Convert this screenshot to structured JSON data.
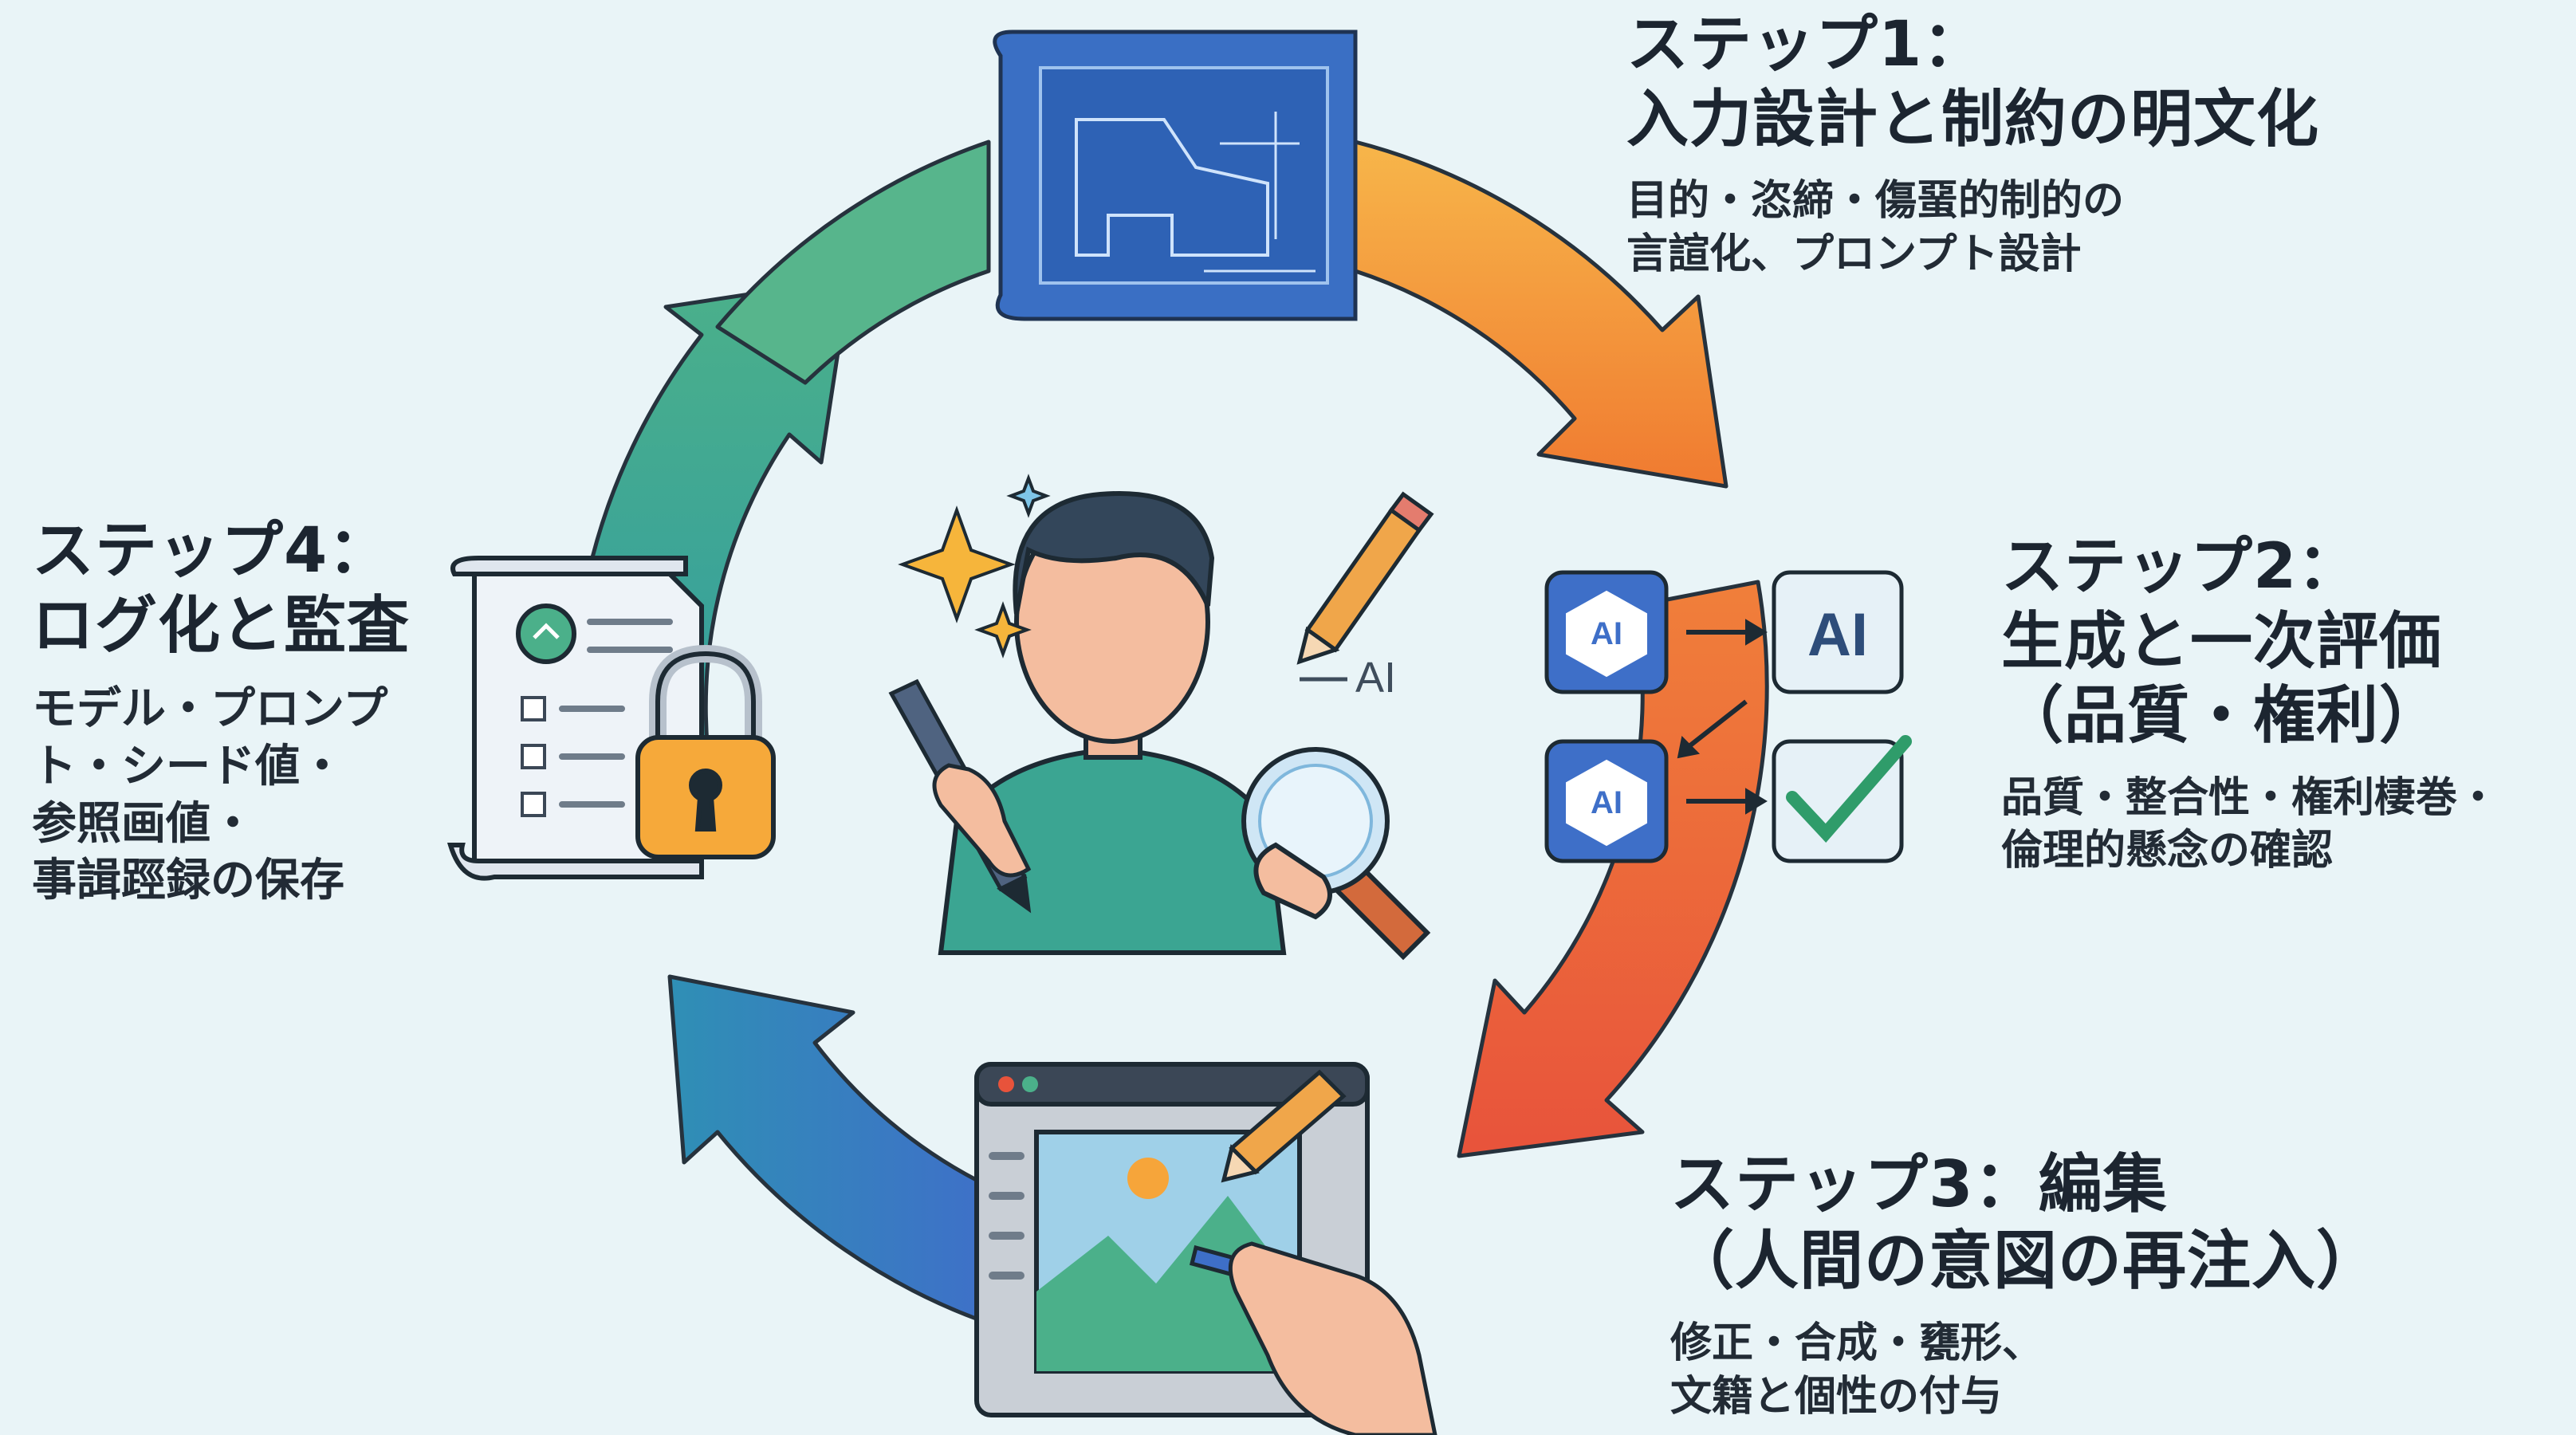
{
  "steps": [
    {
      "id": "step1",
      "title_lines": [
        "ステップ1：",
        "入力設計と制約の明文化"
      ],
      "desc_lines": [
        "目的・恣締・傷蝁的制的の",
        "言諠化、プロンプト設計"
      ]
    },
    {
      "id": "step2",
      "title_lines": [
        "ステップ2：",
        "生成と一次評価",
        "（品質・権利）"
      ],
      "desc_lines": [
        "品質・整合性・権利棲巻・",
        "倫理的懸念の確認"
      ]
    },
    {
      "id": "step3",
      "title_lines": [
        "ステップ3：編集",
        "（人間の意図の再注入）"
      ],
      "desc_lines": [
        "修正・合成・甕形、",
        "文籍と個性の付与"
      ]
    },
    {
      "id": "step4",
      "title_lines": [
        "ステップ4：",
        "ログ化と監査"
      ],
      "desc_lines": [
        "モデル・プロンプ",
        "ト・シード値・",
        "参照画値・",
        "事諿踁録の保存"
      ]
    }
  ],
  "center_label": "AI",
  "ai_badges": [
    "AI",
    "AI",
    "AI"
  ],
  "colors": {
    "background": "#e9f4f7",
    "ring_blue": "#3b78c9",
    "ring_teal": "#3aa39a",
    "ring_green": "#5cb98a",
    "ring_orange": "#f39a3c",
    "ring_red": "#ee6a3f",
    "accent_yellow": "#f7b23b",
    "check_green": "#2f9c6a"
  },
  "icons": [
    "blueprint-icon",
    "person-icon",
    "pencil-icon",
    "pen-icon",
    "magnifier-icon",
    "sparkle-icon",
    "ai-chip-icon",
    "ai-badge-icon",
    "checkmark-icon",
    "image-editor-icon",
    "drawing-hand-icon",
    "document-icon",
    "padlock-icon",
    "arrow-icon"
  ]
}
